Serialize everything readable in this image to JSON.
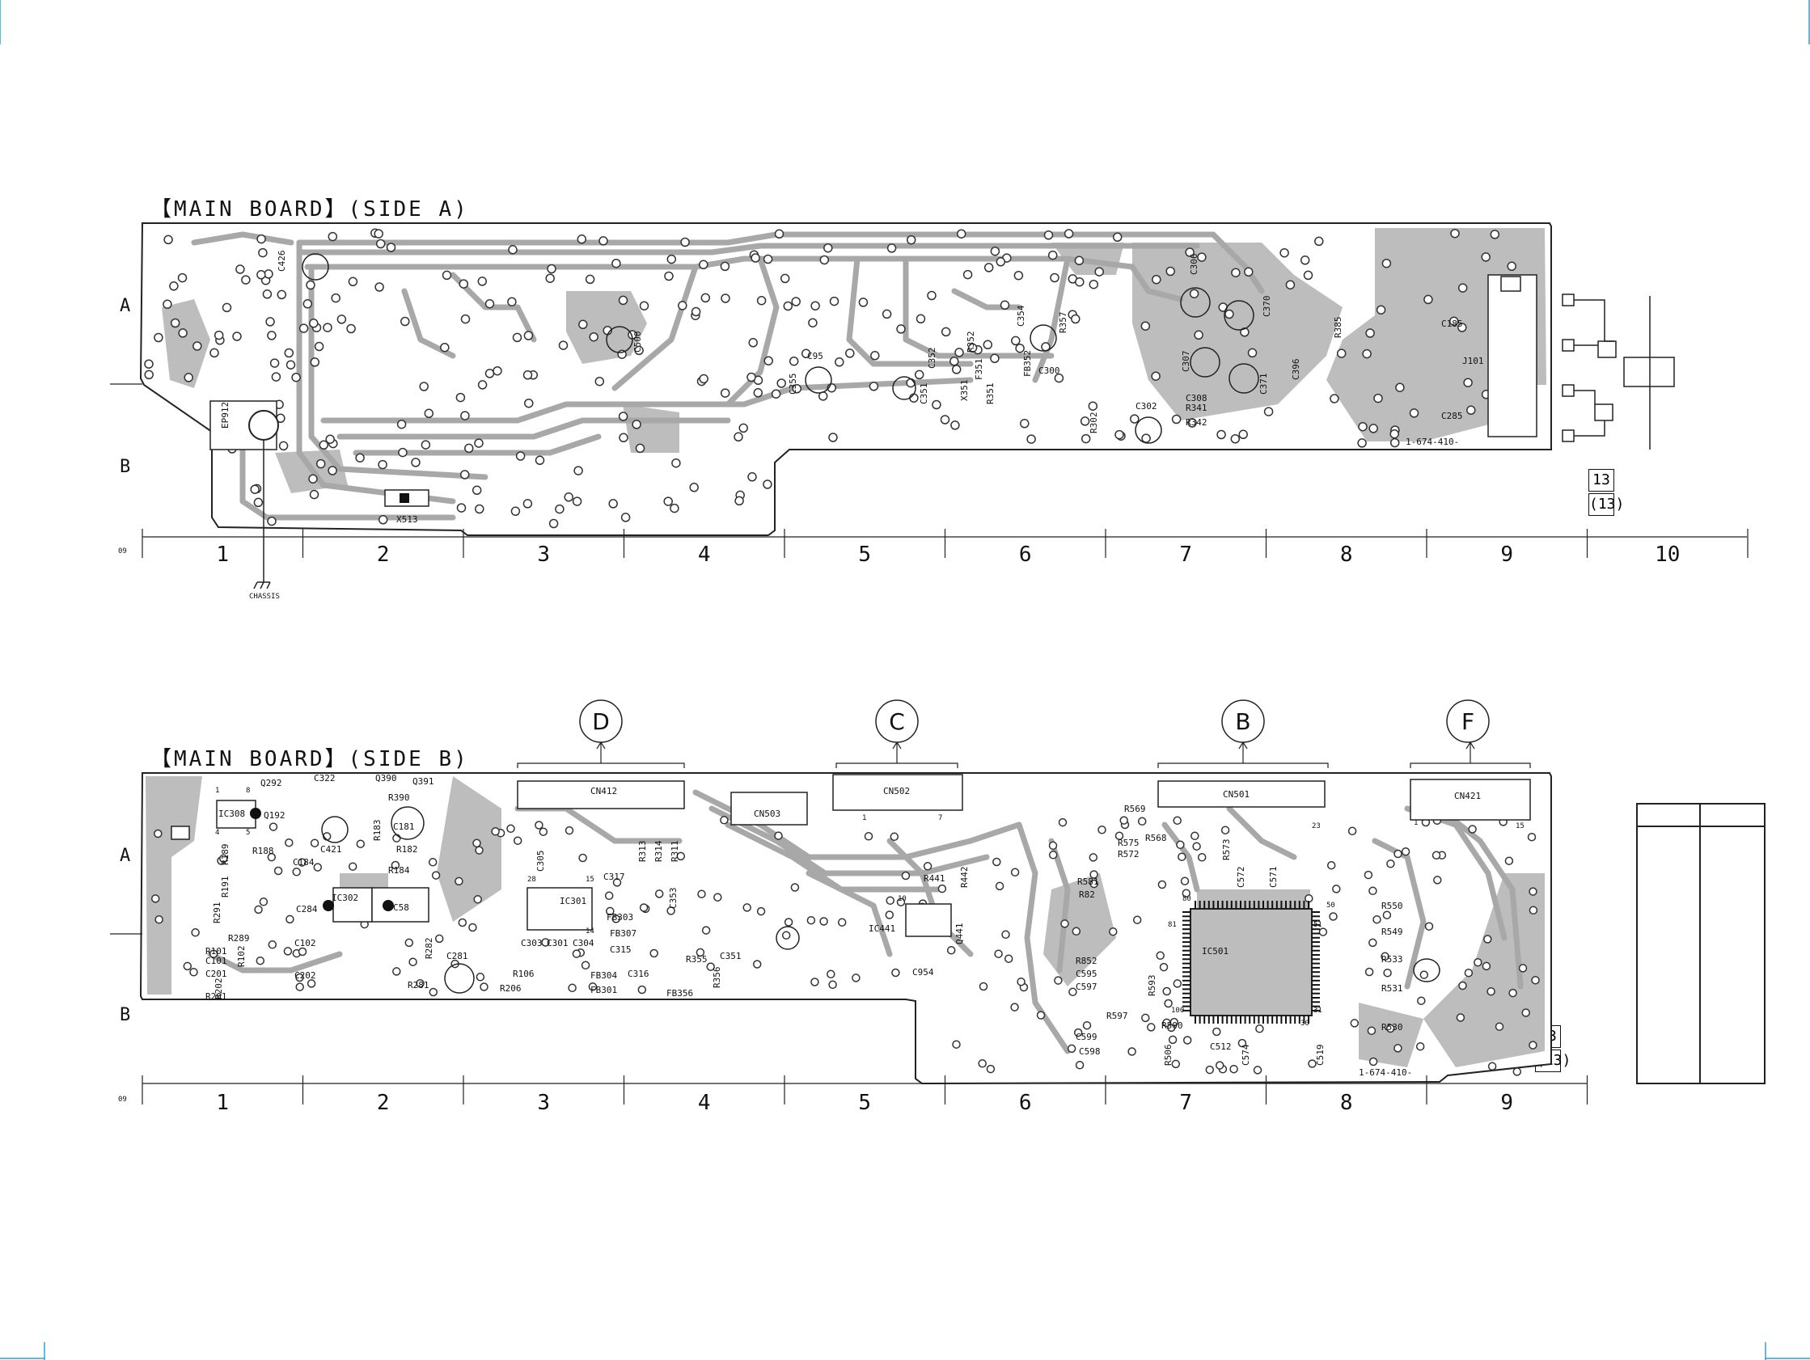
{
  "side_a": {
    "title": "【MAIN BOARD】(SIDE A)",
    "row_labels": [
      "A",
      "B"
    ],
    "columns": [
      "1",
      "2",
      "3",
      "4",
      "5",
      "6",
      "7",
      "8",
      "9",
      "10"
    ],
    "corner": "09",
    "part_number": "1-674-410-",
    "ref_box": [
      "13",
      "(13)"
    ],
    "chassis_label": "CHASSIS",
    "components": [
      {
        "ref": "C426"
      },
      {
        "ref": "C500"
      },
      {
        "ref": "C95"
      },
      {
        "ref": "C351"
      },
      {
        "ref": "C352"
      },
      {
        "ref": "R352"
      },
      {
        "ref": "F351"
      },
      {
        "ref": "R351"
      },
      {
        "ref": "C354"
      },
      {
        "ref": "FB352"
      },
      {
        "ref": "C300"
      },
      {
        "ref": "R357"
      },
      {
        "ref": "C306"
      },
      {
        "ref": "C370"
      },
      {
        "ref": "C307"
      },
      {
        "ref": "C308"
      },
      {
        "ref": "C371"
      },
      {
        "ref": "C396"
      },
      {
        "ref": "R385"
      },
      {
        "ref": "C302"
      },
      {
        "ref": "R341"
      },
      {
        "ref": "R342"
      },
      {
        "ref": "R302"
      },
      {
        "ref": "C185"
      },
      {
        "ref": "J101"
      },
      {
        "ref": "C285"
      },
      {
        "ref": "EP912"
      },
      {
        "ref": "X513"
      },
      {
        "ref": "X351"
      },
      {
        "ref": "C355"
      }
    ]
  },
  "side_b": {
    "title": "【MAIN BOARD】(SIDE B)",
    "row_labels": [
      "A",
      "B"
    ],
    "columns": [
      "1",
      "2",
      "3",
      "4",
      "5",
      "6",
      "7",
      "8",
      "9"
    ],
    "corner": "09",
    "part_number": "1-674-410-",
    "ref_box": [
      "13",
      "(13)"
    ],
    "connector_markers": [
      "D",
      "C",
      "B",
      "F"
    ],
    "connectors": [
      "CN412",
      "CN503",
      "CN502",
      "CN501",
      "CN421"
    ],
    "ics": [
      "IC308",
      "IC301",
      "IC441",
      "IC501"
    ],
    "components": [
      {
        "ref": "Q292"
      },
      {
        "ref": "Q192"
      },
      {
        "ref": "C322"
      },
      {
        "ref": "Q390"
      },
      {
        "ref": "Q391"
      },
      {
        "ref": "R390"
      },
      {
        "ref": "C181"
      },
      {
        "ref": "R188"
      },
      {
        "ref": "C421"
      },
      {
        "ref": "R182"
      },
      {
        "ref": "R183"
      },
      {
        "ref": "R184"
      },
      {
        "ref": "C184"
      },
      {
        "ref": "R189"
      },
      {
        "ref": "R191"
      },
      {
        "ref": "R291"
      },
      {
        "ref": "C284"
      },
      {
        "ref": "IC302"
      },
      {
        "ref": "C58"
      },
      {
        "ref": "R289"
      },
      {
        "ref": "C102"
      },
      {
        "ref": "R101"
      },
      {
        "ref": "C101"
      },
      {
        "ref": "C201"
      },
      {
        "ref": "R202"
      },
      {
        "ref": "R102"
      },
      {
        "ref": "C202"
      },
      {
        "ref": "R201"
      },
      {
        "ref": "C281"
      },
      {
        "ref": "R281"
      },
      {
        "ref": "R282"
      },
      {
        "ref": "R206"
      },
      {
        "ref": "R106"
      },
      {
        "ref": "C305"
      },
      {
        "ref": "C317"
      },
      {
        "ref": "R313"
      },
      {
        "ref": "R314"
      },
      {
        "ref": "R311"
      },
      {
        "ref": "C353"
      },
      {
        "ref": "C351"
      },
      {
        "ref": "FB303"
      },
      {
        "ref": "FB307"
      },
      {
        "ref": "C303"
      },
      {
        "ref": "C301"
      },
      {
        "ref": "C304"
      },
      {
        "ref": "C315"
      },
      {
        "ref": "C316"
      },
      {
        "ref": "FB304"
      },
      {
        "ref": "FB301"
      },
      {
        "ref": "R355"
      },
      {
        "ref": "R356"
      },
      {
        "ref": "FB356"
      },
      {
        "ref": "R441"
      },
      {
        "ref": "R442"
      },
      {
        "ref": "Q441"
      },
      {
        "ref": "C954"
      },
      {
        "ref": "R569"
      },
      {
        "ref": "R568"
      },
      {
        "ref": "R575"
      },
      {
        "ref": "R572"
      },
      {
        "ref": "R581"
      },
      {
        "ref": "R82"
      },
      {
        "ref": "R573"
      },
      {
        "ref": "C572"
      },
      {
        "ref": "C571"
      },
      {
        "ref": "R550"
      },
      {
        "ref": "R549"
      },
      {
        "ref": "R533"
      },
      {
        "ref": "R531"
      },
      {
        "ref": "R530"
      },
      {
        "ref": "R852"
      },
      {
        "ref": "C595"
      },
      {
        "ref": "C597"
      },
      {
        "ref": "R593"
      },
      {
        "ref": "R597"
      },
      {
        "ref": "R500"
      },
      {
        "ref": "C599"
      },
      {
        "ref": "C598"
      },
      {
        "ref": "R506"
      },
      {
        "ref": "C512"
      },
      {
        "ref": "C519"
      },
      {
        "ref": "C574"
      }
    ],
    "pin_labels": [
      "1",
      "8",
      "4",
      "5",
      "28",
      "15",
      "14",
      "10",
      "1",
      "7",
      "23",
      "1",
      "15",
      "80",
      "81",
      "51",
      "50",
      "31",
      "30",
      "100"
    ]
  }
}
